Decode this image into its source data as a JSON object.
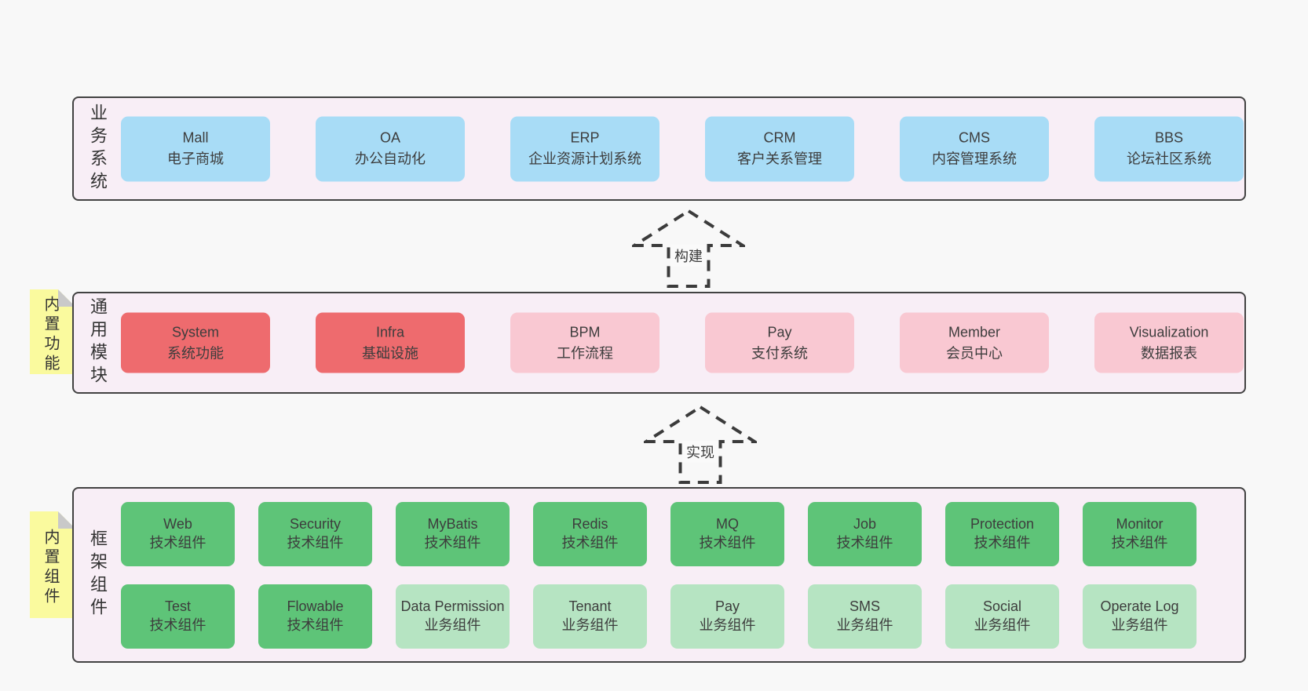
{
  "colors": {
    "page_bg": "#f8f8f8",
    "panel_bg": "#f8eef6",
    "panel_border": "#424242",
    "business_box": "#a8dcf6",
    "core_module_box": "#ee6b6e",
    "optional_module_box": "#f9c8d2",
    "tech_component_box": "#5ec478",
    "biz_component_box": "#b6e4c2",
    "sticky_note": "#fafa9e",
    "sticky_fold": "#c9c9c9"
  },
  "arrows": {
    "build": "构建",
    "implement": "实现"
  },
  "business": {
    "side_label": "业务系统",
    "boxes": [
      {
        "title": "Mall",
        "subtitle": "电子商城"
      },
      {
        "title": "OA",
        "subtitle": "办公自动化"
      },
      {
        "title": "ERP",
        "subtitle": "企业资源计划系统"
      },
      {
        "title": "CRM",
        "subtitle": "客户关系管理"
      },
      {
        "title": "CMS",
        "subtitle": "内容管理系统"
      },
      {
        "title": "BBS",
        "subtitle": "论坛社区系统"
      }
    ]
  },
  "modules": {
    "side_label": "通用模块",
    "sticky": "内置功能",
    "boxes": [
      {
        "title": "System",
        "subtitle": "系统功能",
        "variant": "core"
      },
      {
        "title": "Infra",
        "subtitle": "基础设施",
        "variant": "core"
      },
      {
        "title": "BPM",
        "subtitle": "工作流程",
        "variant": "optional"
      },
      {
        "title": "Pay",
        "subtitle": "支付系统",
        "variant": "optional"
      },
      {
        "title": "Member",
        "subtitle": "会员中心",
        "variant": "optional"
      },
      {
        "title": "Visualization",
        "subtitle": "数据报表",
        "variant": "optional"
      }
    ]
  },
  "components": {
    "side_label": "框架组件",
    "sticky": "内置组件",
    "row1": [
      {
        "title": "Web",
        "subtitle": "技术组件",
        "variant": "tech"
      },
      {
        "title": "Security",
        "subtitle": "技术组件",
        "variant": "tech"
      },
      {
        "title": "MyBatis",
        "subtitle": "技术组件",
        "variant": "tech"
      },
      {
        "title": "Redis",
        "subtitle": "技术组件",
        "variant": "tech"
      },
      {
        "title": "MQ",
        "subtitle": "技术组件",
        "variant": "tech"
      },
      {
        "title": "Job",
        "subtitle": "技术组件",
        "variant": "tech"
      },
      {
        "title": "Protection",
        "subtitle": "技术组件",
        "variant": "tech"
      },
      {
        "title": "Monitor",
        "subtitle": "技术组件",
        "variant": "tech"
      }
    ],
    "row2": [
      {
        "title": "Test",
        "subtitle": "技术组件",
        "variant": "tech"
      },
      {
        "title": "Flowable",
        "subtitle": "技术组件",
        "variant": "tech"
      },
      {
        "title": "Data Permission",
        "subtitle": "业务组件",
        "variant": "biz"
      },
      {
        "title": "Tenant",
        "subtitle": "业务组件",
        "variant": "biz"
      },
      {
        "title": "Pay",
        "subtitle": "业务组件",
        "variant": "biz"
      },
      {
        "title": "SMS",
        "subtitle": "业务组件",
        "variant": "biz"
      },
      {
        "title": "Social",
        "subtitle": "业务组件",
        "variant": "biz"
      },
      {
        "title": "Operate Log",
        "subtitle": "业务组件",
        "variant": "biz"
      }
    ]
  }
}
